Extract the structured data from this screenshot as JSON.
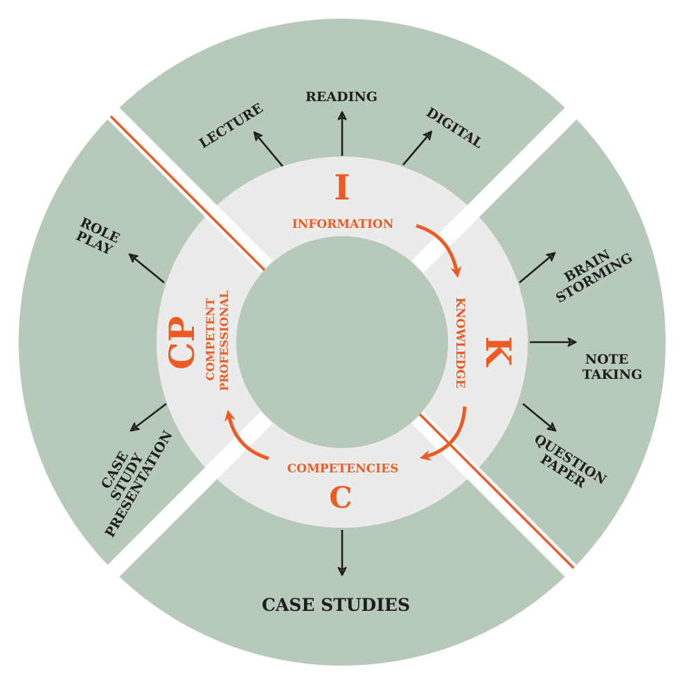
{
  "colors": {
    "outer": "#b7c9b9",
    "ring": "#ebebeb",
    "accent": "#ee5a24",
    "ink": "#1e1e1e",
    "gap": "#ffffff"
  },
  "stages": {
    "information": {
      "letter": "I",
      "label": "INFORMATION"
    },
    "knowledge": {
      "letter": "K",
      "label": "KNOWLEDGE"
    },
    "competencies": {
      "letter": "C",
      "label": "COMPETENCIES"
    },
    "professional": {
      "letter": "CP",
      "line1": "COMPETENT",
      "line2": "PROFESSIONAL"
    }
  },
  "methods": {
    "reading": "READING",
    "lecture": "LECTURE",
    "digital": "DIGITAL",
    "brainstorming": [
      "BRAIN",
      "STORMING"
    ],
    "note_taking": [
      "NOTE",
      "TAKING"
    ],
    "question_paper": [
      "QUESTION",
      "PAPER"
    ],
    "case_studies": "CASE STUDIES",
    "case_study_presentation": [
      "CASE",
      "STUDY",
      "PRESENTATION"
    ],
    "role_play": [
      "ROLE",
      "PLAY"
    ]
  }
}
